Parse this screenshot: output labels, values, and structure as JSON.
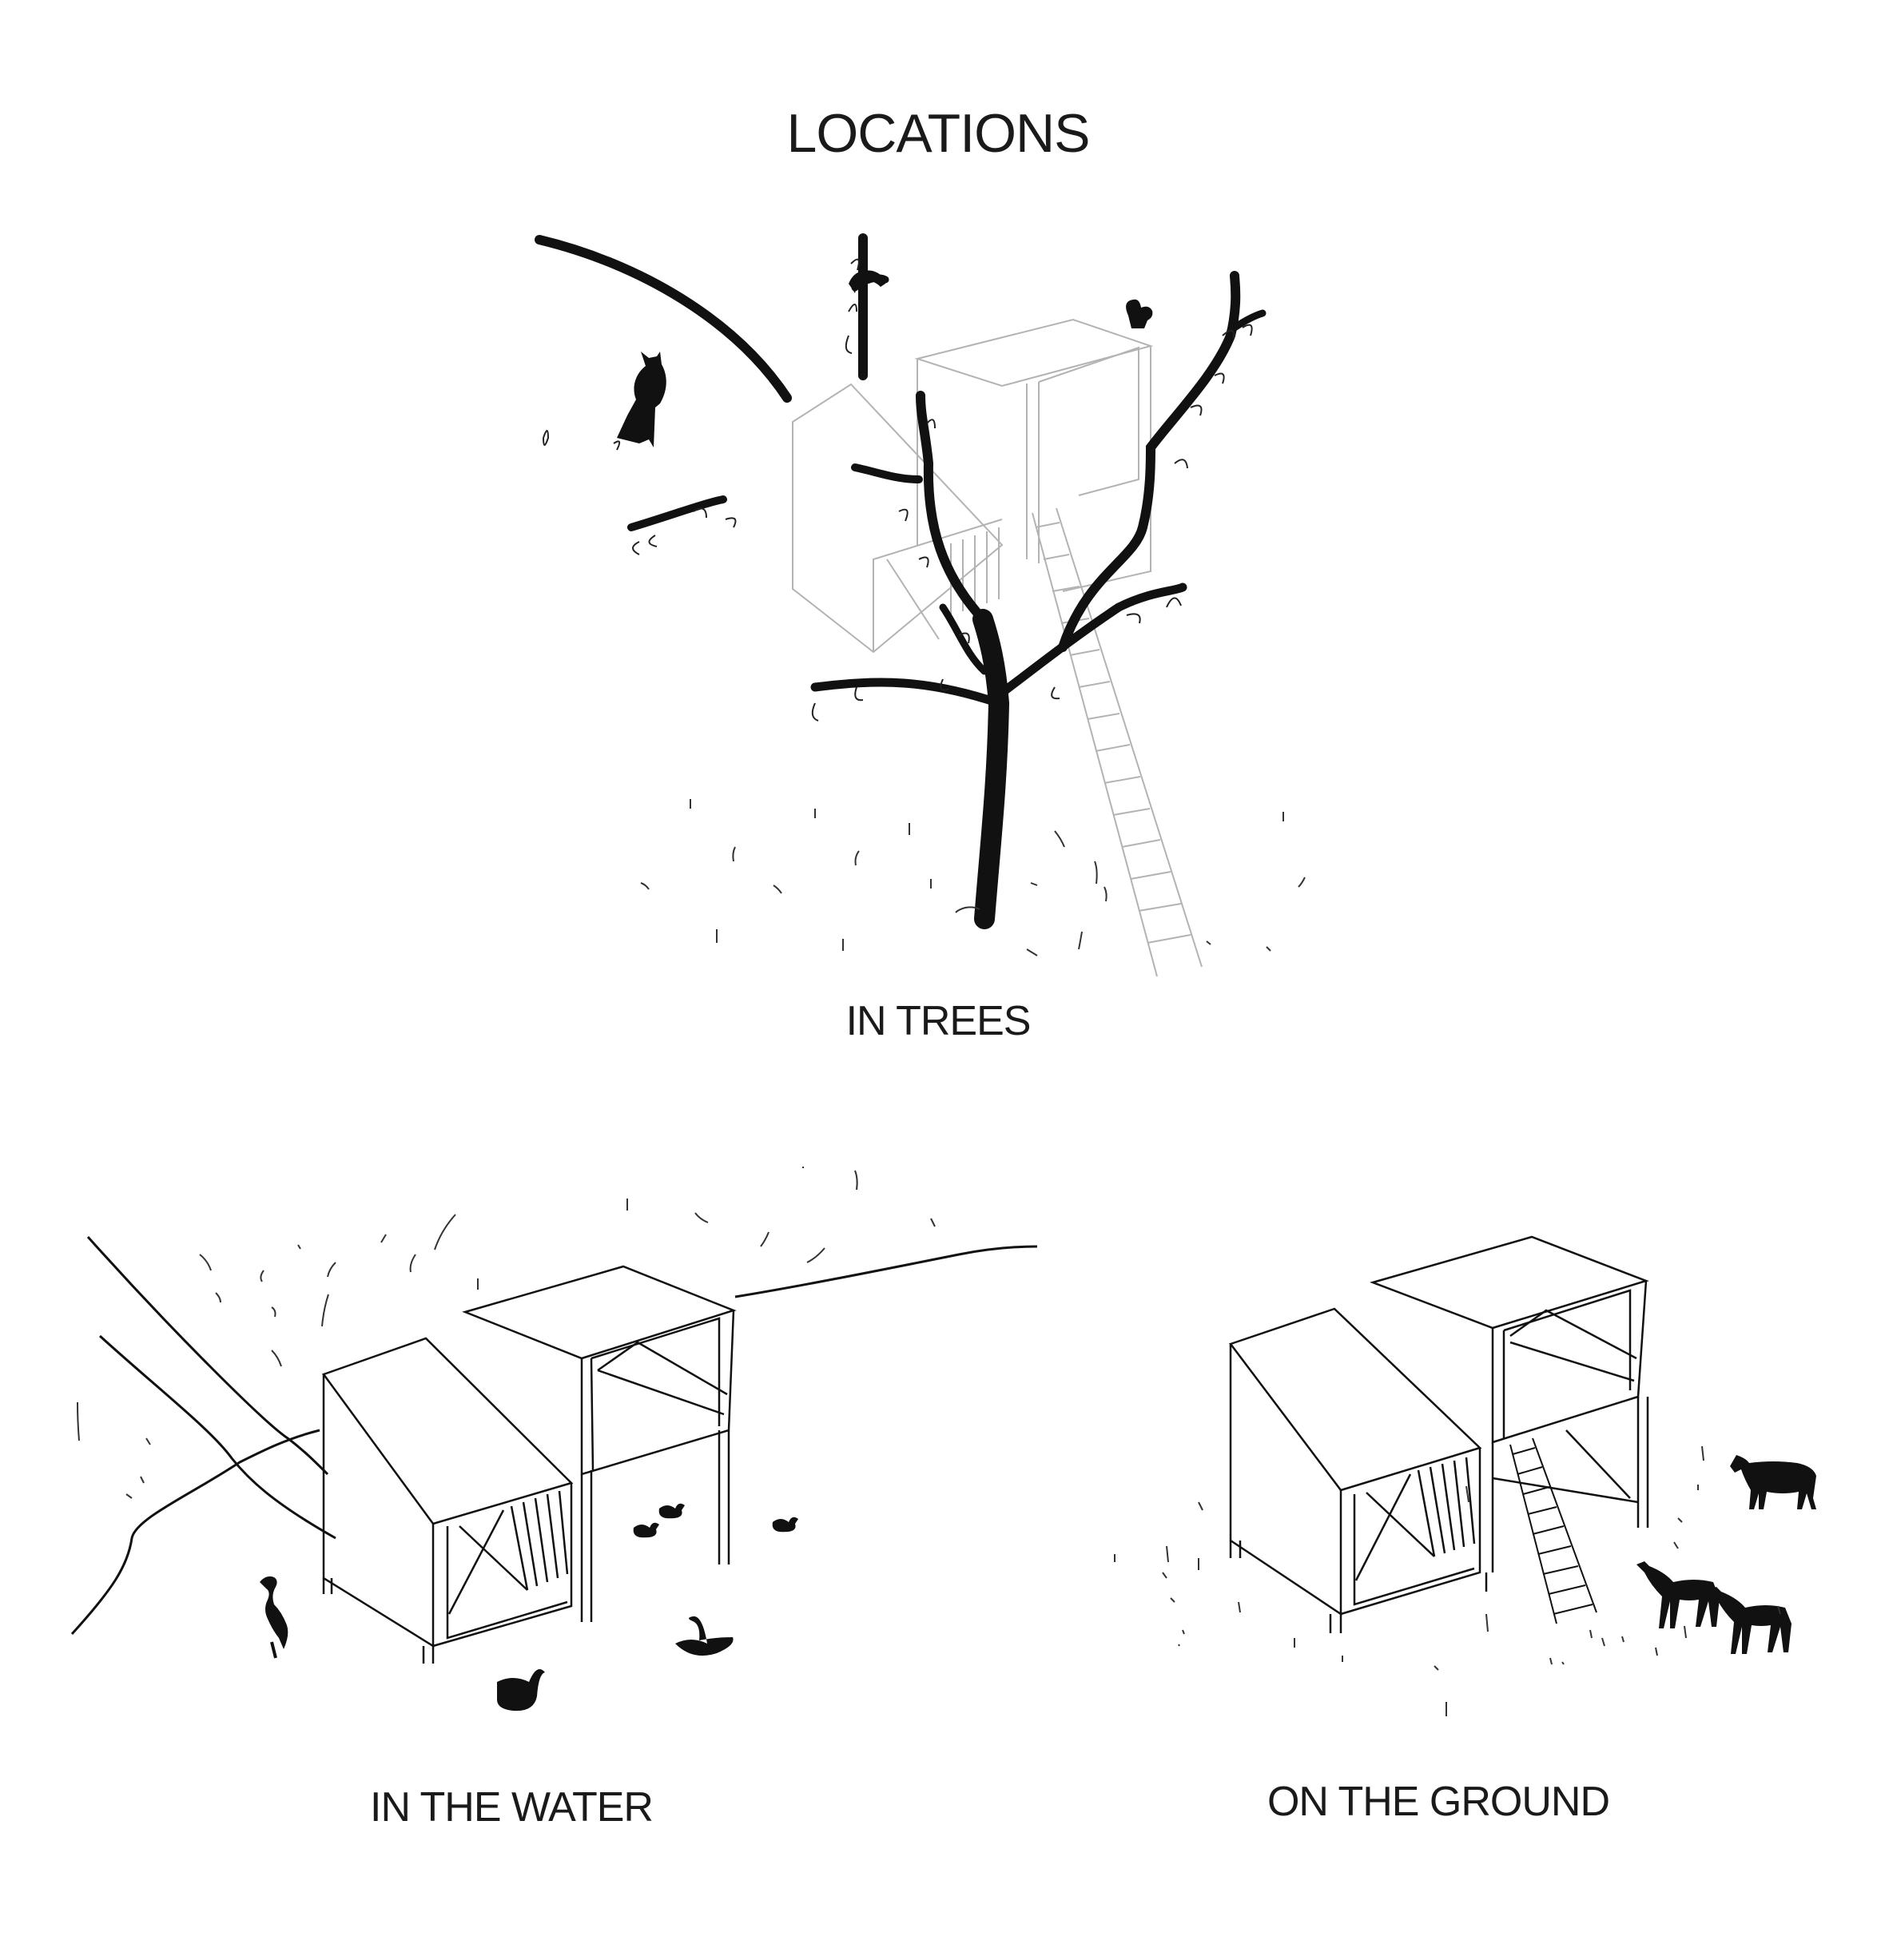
{
  "title": "LOCATIONS",
  "scenes": {
    "trees": {
      "caption": "IN TREES"
    },
    "water": {
      "caption": "IN THE WATER"
    },
    "ground": {
      "caption": "ON THE GROUND"
    }
  },
  "colors": {
    "ink": "#111111",
    "structure_light": "#b3b3b3",
    "background": "#ffffff"
  }
}
